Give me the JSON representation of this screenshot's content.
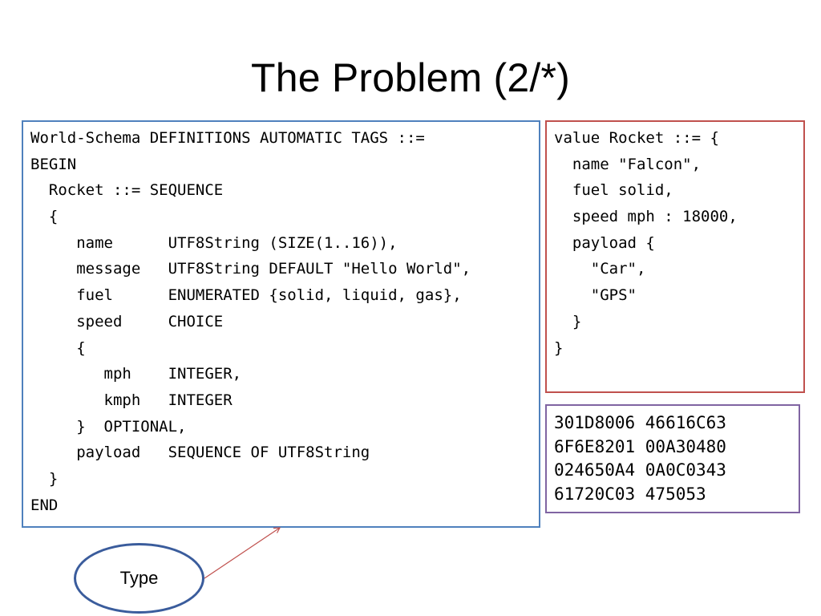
{
  "slide": {
    "title": "The Problem (2/*)"
  },
  "schema_box": {
    "lines": [
      "World-Schema DEFINITIONS AUTOMATIC TAGS ::=",
      "BEGIN",
      "  Rocket ::= SEQUENCE",
      "  {",
      "     name      UTF8String (SIZE(1..16)),",
      "     message   UTF8String DEFAULT \"Hello World\",",
      "     fuel      ENUMERATED {solid, liquid, gas},",
      "     speed     CHOICE",
      "     {",
      "        mph    INTEGER,",
      "        kmph   INTEGER",
      "     }  OPTIONAL,",
      "     payload   SEQUENCE OF UTF8String",
      "  }",
      "END"
    ]
  },
  "value_box": {
    "lines": [
      "value Rocket ::= {",
      "  name \"Falcon\",",
      "  fuel solid,",
      "  speed mph : 18000,",
      "  payload {",
      "    \"Car\",",
      "    \"GPS\"",
      "  }",
      "}"
    ]
  },
  "hex_box": {
    "lines": [
      "301D8006 46616C63",
      "6F6E8201 00A30480",
      "024650A4 0A0C0343",
      "61720C03 475053"
    ]
  },
  "callout": {
    "label": "Type"
  },
  "colors": {
    "schema_border": "#4f81bd",
    "value_border": "#c0504d",
    "hex_border": "#8064a2",
    "callout_border": "#3a5c9c",
    "arrow": "#c0504d"
  }
}
